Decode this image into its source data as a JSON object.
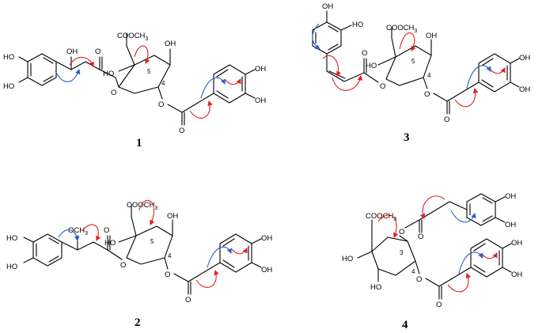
{
  "figure": {
    "colors": {
      "bond": "#000000",
      "hmbc_arrow": "#e02020",
      "cosy_arrow": "#2a5fd0"
    },
    "compounds": [
      {
        "number": "1",
        "labels": {
          "oh_a": "HO",
          "oh_b": "HO",
          "oh_side": "OH",
          "oh_ring1": "HO",
          "oh_ring2": "OH",
          "ester": "COOCH",
          "ester_sub": "3",
          "pos5": "5",
          "pos4": "4",
          "oh_r1": "OH",
          "oh_r2": "OH"
        }
      },
      {
        "number": "2",
        "labels": {
          "oh_a": "HO",
          "oh_b": "HO",
          "ome": "OCH",
          "ome_sub": "3",
          "oh_ring1": "HO",
          "oh_ring2": "OH",
          "ester": "COOCH",
          "ester_sub": "3",
          "pos5": "5",
          "pos4": "4",
          "oh_r1": "OH",
          "oh_r2": "OH"
        }
      },
      {
        "number": "3",
        "labels": {
          "oh_a": "OH",
          "oh_b": "HO",
          "oh_ring1": "HO",
          "oh_ring2": "OH",
          "ester": "COOCH",
          "ester_sub": "3",
          "pos5": "5",
          "pos4": "4",
          "oh_r1": "OH",
          "oh_r2": "OH"
        }
      },
      {
        "number": "4",
        "labels": {
          "ester": "COOCH",
          "ester_sub": "3",
          "oh_ring1": "HO",
          "oh_ring2": "HO",
          "pos3": "3",
          "pos4": "4",
          "oh_t1": "OH",
          "oh_t2": "OH",
          "oh_r1": "OH",
          "oh_r2": "OH"
        }
      }
    ]
  }
}
